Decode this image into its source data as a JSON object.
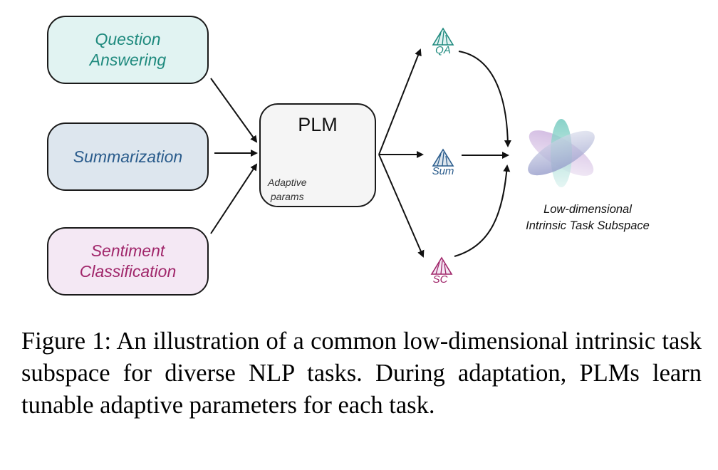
{
  "diagram": {
    "tasks": [
      {
        "id": "qa",
        "label_lines": [
          "Question",
          "Answering"
        ],
        "color": "#1f8a7e",
        "fill": "#e1f3f2"
      },
      {
        "id": "sum",
        "label_lines": [
          "Summarization"
        ],
        "color": "#2a5c8c",
        "fill": "#dde6ee"
      },
      {
        "id": "sc",
        "label_lines": [
          "Sentiment",
          "Classification"
        ],
        "color": "#a0266a",
        "fill": "#f4e8f4"
      }
    ],
    "plm": {
      "title": "PLM",
      "subtitle_lines": [
        "Adaptive",
        "params"
      ]
    },
    "adapted_params": [
      {
        "id": "qa",
        "label": "QA",
        "color": "#1f8a7e",
        "fill": "#e1f3f2"
      },
      {
        "id": "sum",
        "label": "Sum",
        "color": "#2a5c8c",
        "fill": "#dde6ee"
      },
      {
        "id": "sc",
        "label": "SC",
        "color": "#a0266a",
        "fill": "#f4e8f4"
      }
    ],
    "subspace": {
      "label_lines": [
        "Low-dimensional",
        "Intrinsic Task Subspace"
      ],
      "colors": {
        "teal": "#7fcfc4",
        "purple": "#c9b2db",
        "blue": "#8a93c4"
      }
    }
  },
  "caption": {
    "text": "Figure 1: An illustration of a common low-dimensional intrinsic task subspace for diverse NLP tasks.  During adaptation, PLMs learn tunable adaptive parameters for each task."
  }
}
